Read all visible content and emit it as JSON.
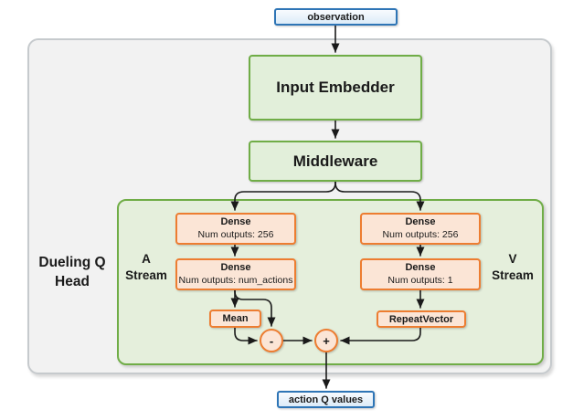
{
  "colors": {
    "blue_border": "#2e75b6",
    "blue_fill": "#e8f1fa",
    "green_border": "#70ad47",
    "green_fill": "#e2efda",
    "head_container_fill": "#e5efdc",
    "orange_border": "#ed7d31",
    "orange_fill": "#fbe5d6",
    "outer_container_fill": "#f2f2f2",
    "arrow_color": "#1a1a1a"
  },
  "io": {
    "observation": "observation",
    "action_q_values": "action Q values"
  },
  "pipeline": {
    "input_embedder": "Input Embedder",
    "middleware": "Middleware"
  },
  "dueling_head": {
    "label_lines": [
      "Dueling Q",
      "Head"
    ],
    "a_stream": {
      "label_lines": [
        "A",
        "Stream"
      ],
      "dense_256": {
        "title": "Dense",
        "subtitle": "Num outputs: 256"
      },
      "dense_actions": {
        "title": "Dense",
        "subtitle": "Num outputs: num_actions"
      },
      "mean": "Mean"
    },
    "v_stream": {
      "label_lines": [
        "V",
        "Stream"
      ],
      "dense_256": {
        "title": "Dense",
        "subtitle": "Num outputs: 256"
      },
      "dense_1": {
        "title": "Dense",
        "subtitle": "Num outputs: 1"
      },
      "repeat_vector": "RepeatVector"
    },
    "operators": {
      "subtract": "-",
      "add": "+"
    }
  }
}
